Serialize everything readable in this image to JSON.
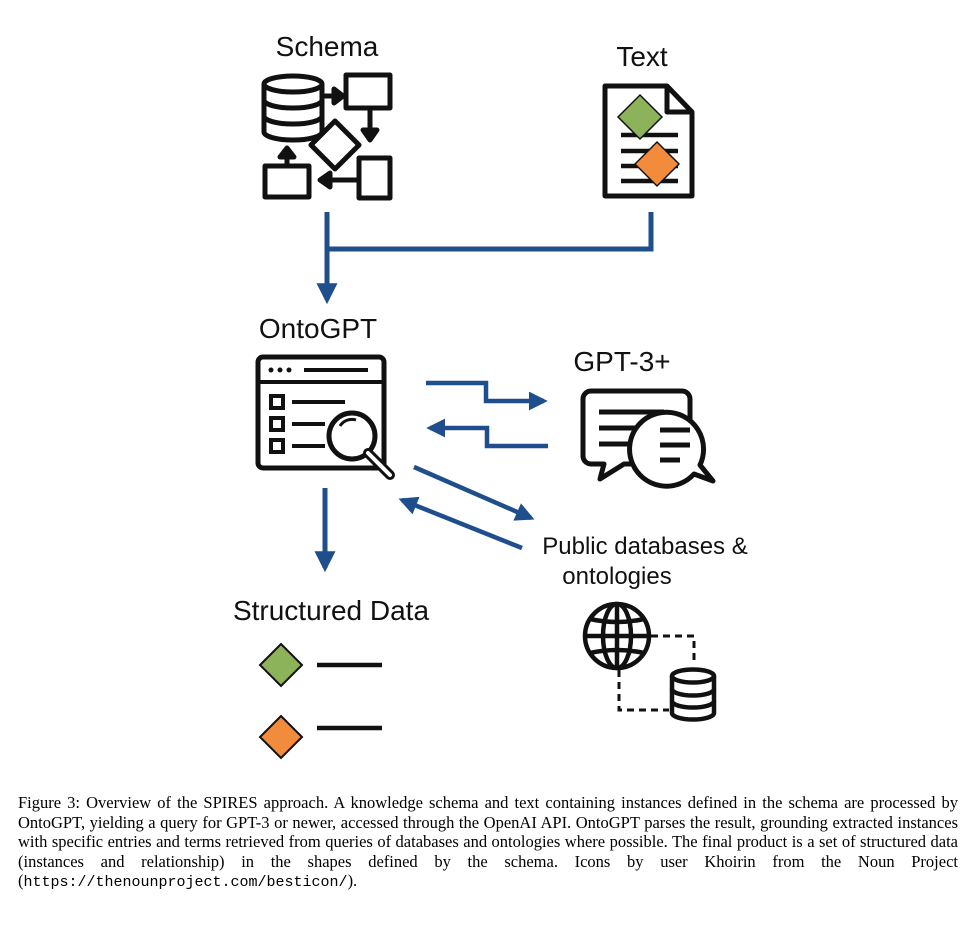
{
  "nodes": {
    "schema": "Schema",
    "text": "Text",
    "ontogpt": "OntoGPT",
    "gpt": "GPT-3+",
    "public_line1": "Public databases &",
    "public_line2": "ontologies",
    "structured": "Structured Data"
  },
  "icons": {
    "schema": "schema-icon",
    "text": "document-icon",
    "ontogpt": "search-window-icon",
    "gpt": "chat-bubbles-icon",
    "public": "globe-database-icon"
  },
  "colors": {
    "arrow": "#1f4e8c",
    "green": "#8db35a",
    "orange": "#f28c3c",
    "stroke": "#111111"
  },
  "caption": {
    "main": "Figure 3: Overview of the SPIRES approach. A knowledge schema and text containing instances defined in the schema are processed by OntoGPT, yielding a query for GPT-3 or newer, accessed through the OpenAI API. OntoGPT parses the result, grounding extracted instances with specific entries and terms retrieved from queries of databases and ontologies where possible. The final product is a set of structured data (instances and relationship) in the shapes defined by the schema. Icons by user Khoirin from the Noun Project (",
    "url": "https://thenounproject.com/besticon/",
    "end": ")."
  }
}
